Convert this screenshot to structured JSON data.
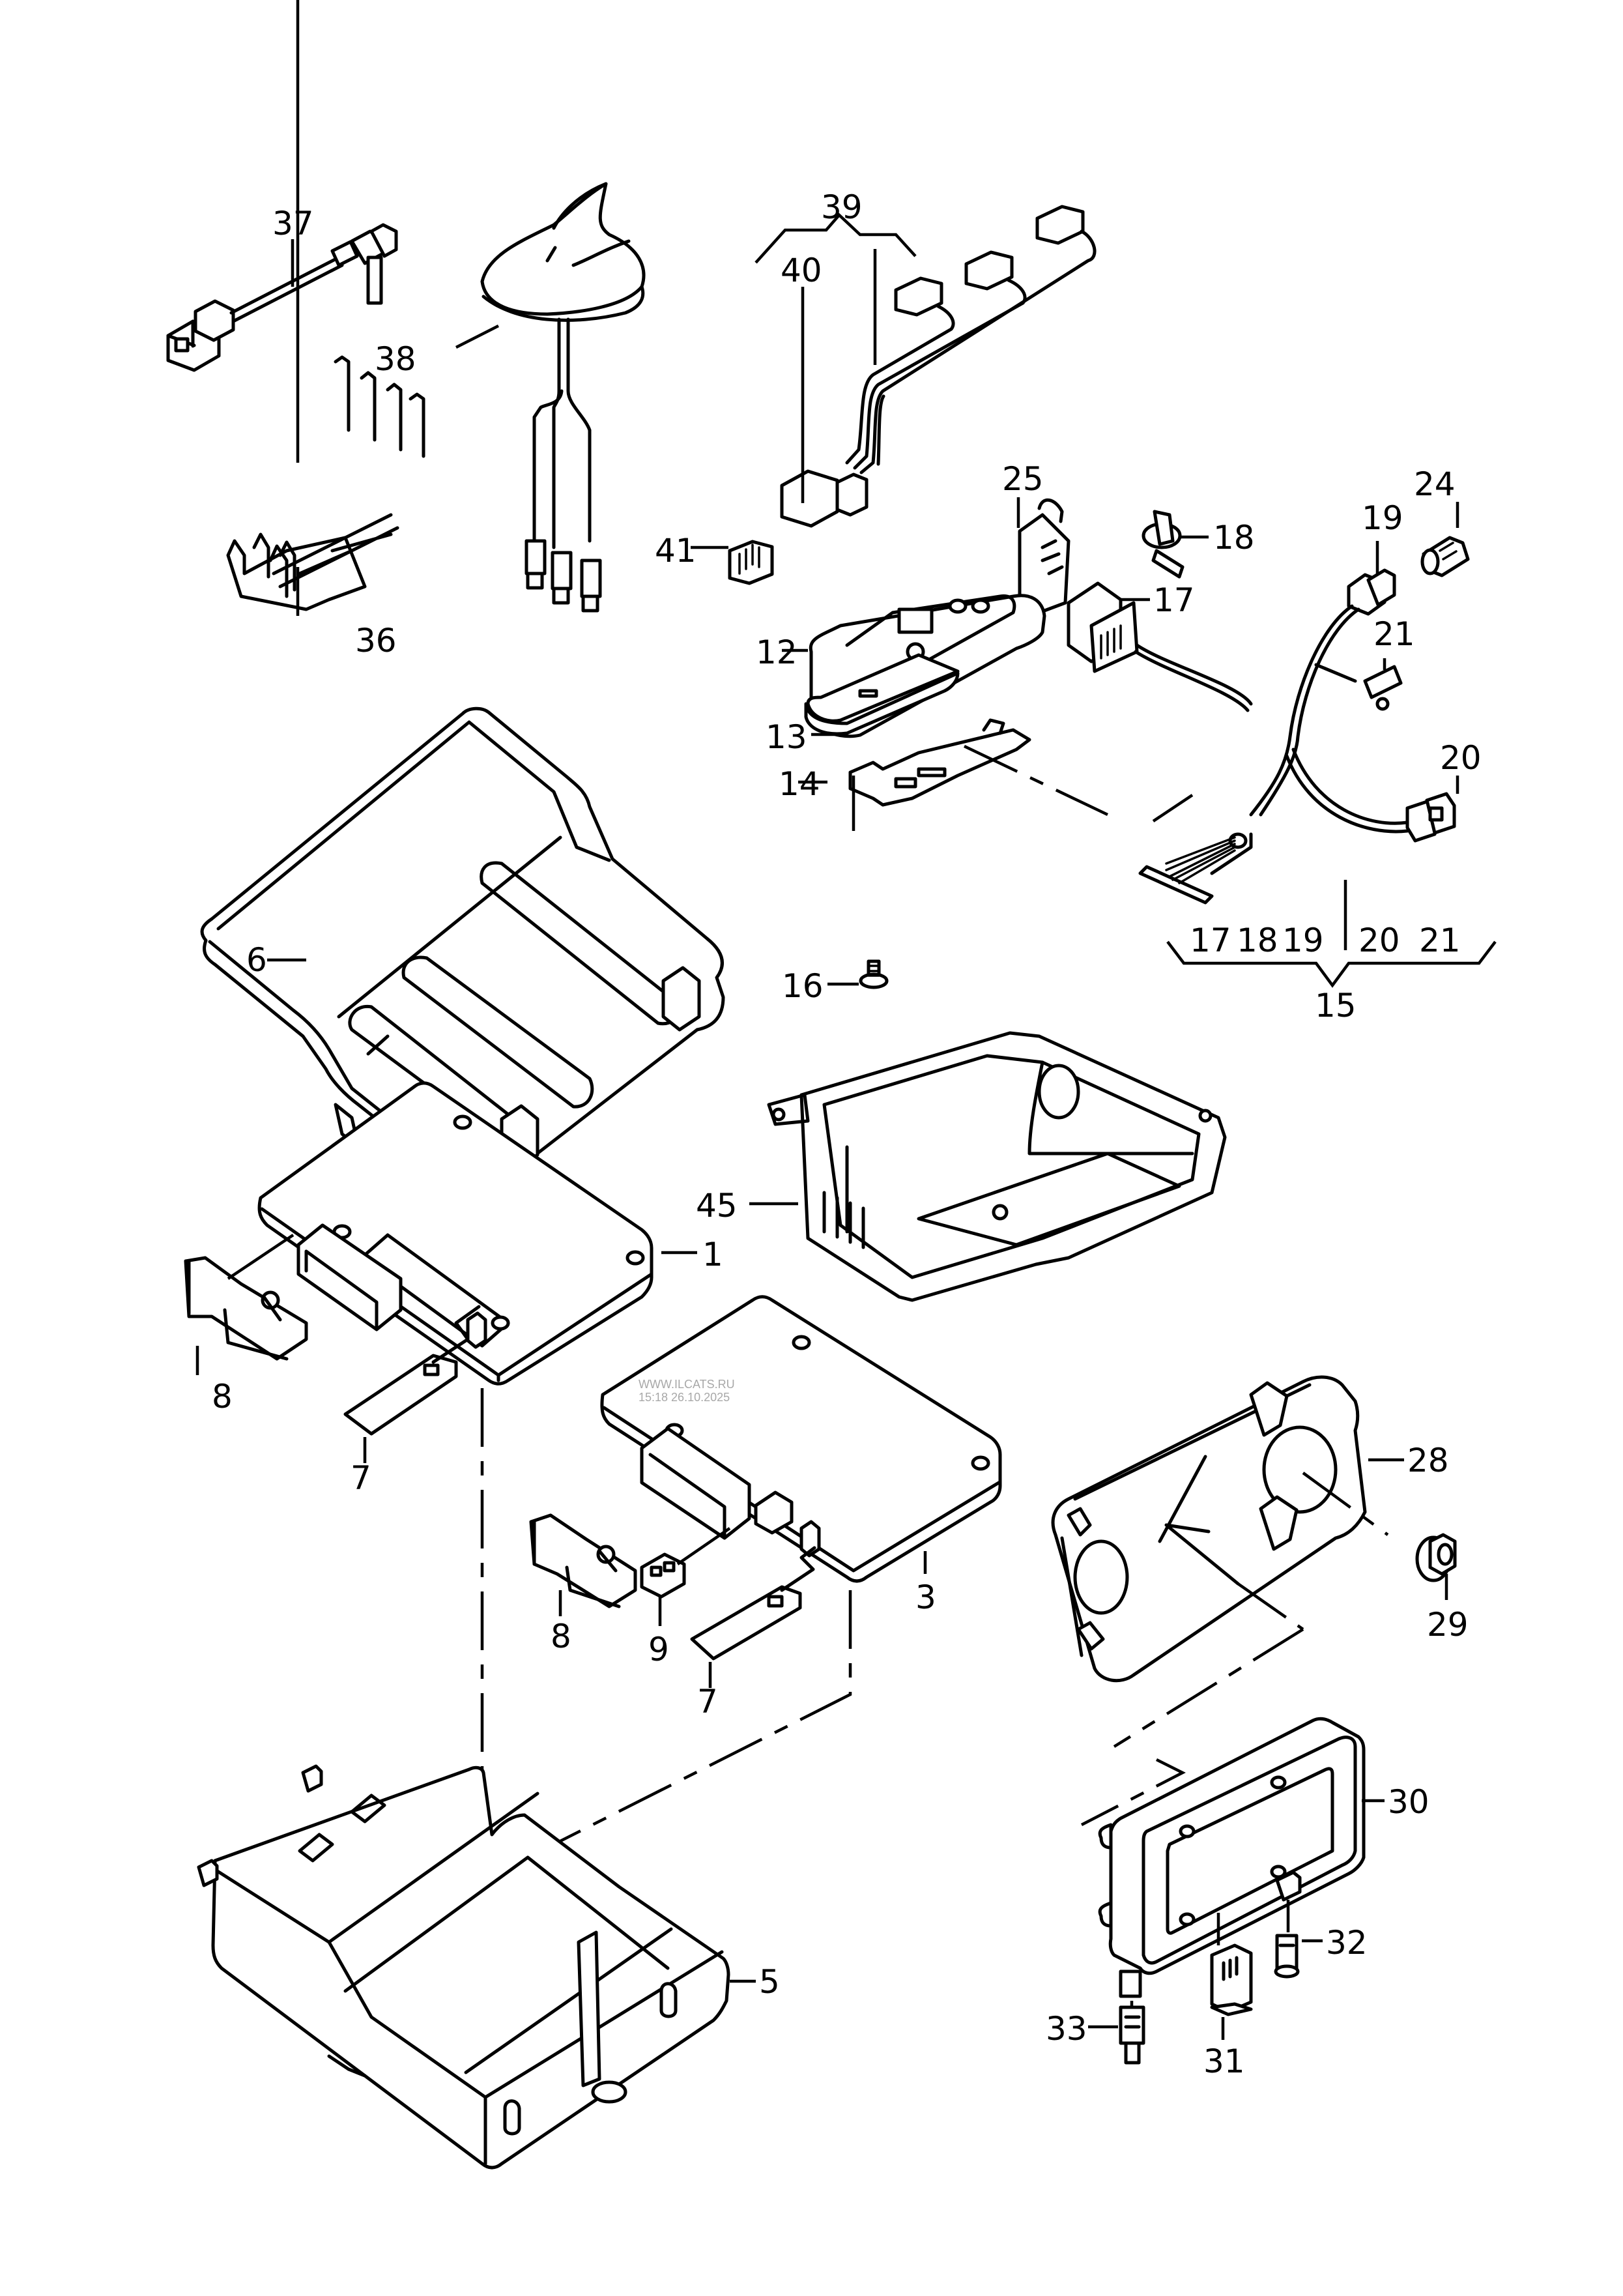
{
  "diagram": {
    "type": "exploded parts diagram",
    "watermark": {
      "line1": "WWW.ILCATS.RU",
      "line2": "15:18 26.10.2025"
    },
    "callouts": {
      "c1": "1",
      "c3": "3",
      "c5": "5",
      "c6": "6",
      "c7a": "7",
      "c7b": "7",
      "c8a": "8",
      "c8b": "8",
      "c9": "9",
      "c12": "12",
      "c13": "13",
      "c14": "14",
      "c15": "15",
      "c16": "16",
      "c17": "17",
      "c18": "18",
      "c19": "19",
      "c20": "20",
      "c21": "21",
      "c24": "24",
      "c25": "25",
      "c28": "28",
      "c29": "29",
      "c30": "30",
      "c31": "31",
      "c32": "32",
      "c33": "33",
      "c36": "36",
      "c37": "37",
      "c38": "38",
      "c39": "39",
      "c40": "40",
      "c41": "41",
      "c45": "45"
    },
    "group15": {
      "members": [
        "17",
        "18",
        "19",
        "20",
        "21"
      ],
      "parent": "15"
    },
    "group39": {
      "members": [
        "40"
      ],
      "parent": "39"
    }
  }
}
